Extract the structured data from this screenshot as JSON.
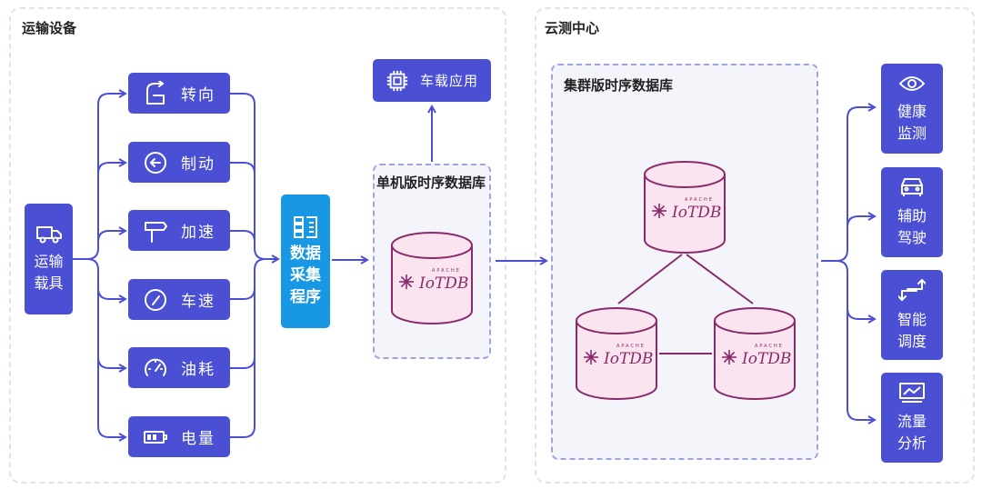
{
  "left_panel": {
    "title": "运输设备"
  },
  "right_panel": {
    "title": "云测中心"
  },
  "vehicle": {
    "line1": "运输",
    "line2": "载具",
    "icon": "truck-icon"
  },
  "operations": [
    {
      "label": "转向",
      "icon": "steering-icon"
    },
    {
      "label": "制动",
      "icon": "brake-icon"
    },
    {
      "label": "加速",
      "icon": "signpost-icon"
    },
    {
      "label": "车速",
      "icon": "speed-icon"
    },
    {
      "label": "油耗",
      "icon": "gauge-icon"
    },
    {
      "label": "电量",
      "icon": "battery-icon"
    }
  ],
  "collector": {
    "line1": "数据",
    "line2": "采集",
    "line3": "程序",
    "icon": "data-collector-icon"
  },
  "vehicle_app": {
    "label": "车载应用",
    "icon": "chip-icon"
  },
  "standalone_db": {
    "title": "单机版时序数据库"
  },
  "cluster_db": {
    "title": "集群版时序数据库"
  },
  "iotdb_logo": {
    "brand": "IoTDB",
    "tag": "APACHE"
  },
  "applications": [
    {
      "line1": "健康",
      "line2": "监测",
      "icon": "eye-icon"
    },
    {
      "line1": "辅助",
      "line2": "驾驶",
      "icon": "car-icon"
    },
    {
      "line1": "智能",
      "line2": "调度",
      "icon": "dispatch-arrows-icon"
    },
    {
      "line1": "流量",
      "line2": "分析",
      "icon": "image-chart-icon"
    }
  ],
  "colors": {
    "node": "#4a4fd4",
    "collector": "#1797e4",
    "db_stroke": "#8b2a6b",
    "db_fill": "#f9e4ef",
    "connector": "#4a4fd4"
  }
}
